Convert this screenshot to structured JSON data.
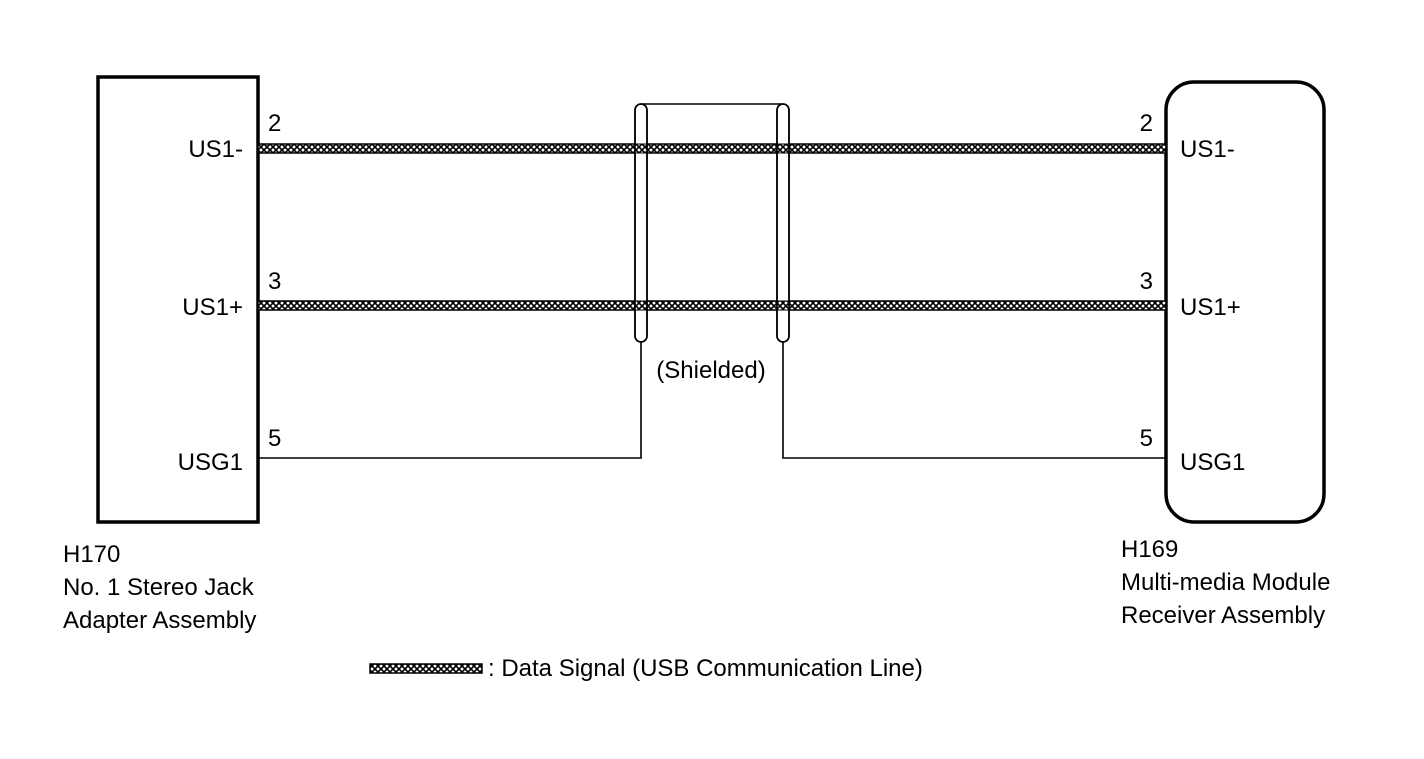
{
  "colors": {
    "ink": "#000000",
    "background": "#ffffff"
  },
  "left_component": {
    "code": "H170",
    "name_line1": "No. 1 Stereo Jack",
    "name_line2": "Adapter Assembly",
    "pins": [
      {
        "number": "2",
        "signal": "US1-"
      },
      {
        "number": "3",
        "signal": "US1+"
      },
      {
        "number": "5",
        "signal": "USG1"
      }
    ]
  },
  "right_component": {
    "code": "H169",
    "name_line1": "Multi-media Module",
    "name_line2": "Receiver Assembly",
    "pins": [
      {
        "number": "2",
        "signal": "US1-"
      },
      {
        "number": "3",
        "signal": "US1+"
      },
      {
        "number": "5",
        "signal": "USG1"
      }
    ]
  },
  "shield": {
    "label": "(Shielded)"
  },
  "legend": {
    "text": ": Data Signal (USB Communication Line)",
    "icon": "hatched-line-icon"
  }
}
